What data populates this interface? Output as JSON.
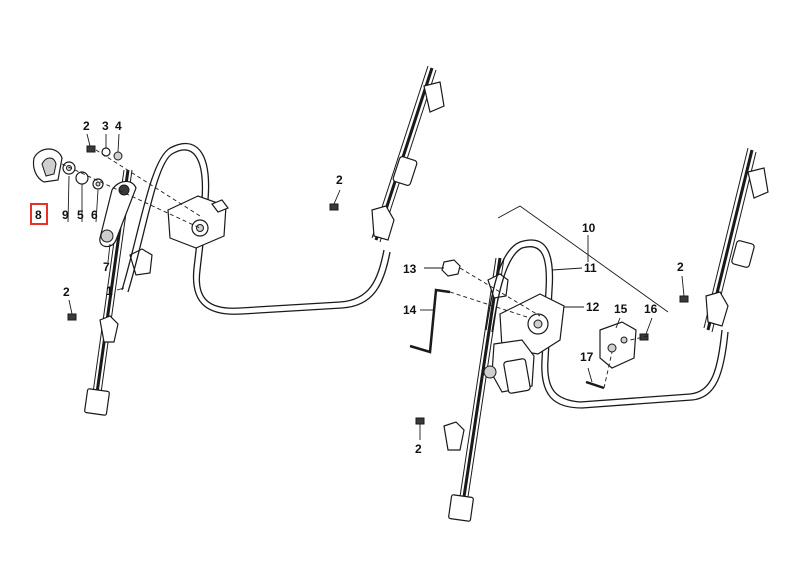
{
  "callouts": {
    "c8": "8",
    "c9": "9",
    "c5": "5",
    "c6": "6",
    "c7": "7",
    "c2_top": "2",
    "c3": "3",
    "c4": "4",
    "c1": "1",
    "c2_left": "2",
    "c2_mid": "2",
    "c10": "10",
    "c11": "11",
    "c12": "12",
    "c13": "13",
    "c14": "14",
    "c15": "15",
    "c16": "16",
    "c17": "17",
    "c2_right": "2",
    "c2_bottom": "2"
  },
  "highlight": {
    "callout": "8",
    "color": "#e8312a"
  }
}
